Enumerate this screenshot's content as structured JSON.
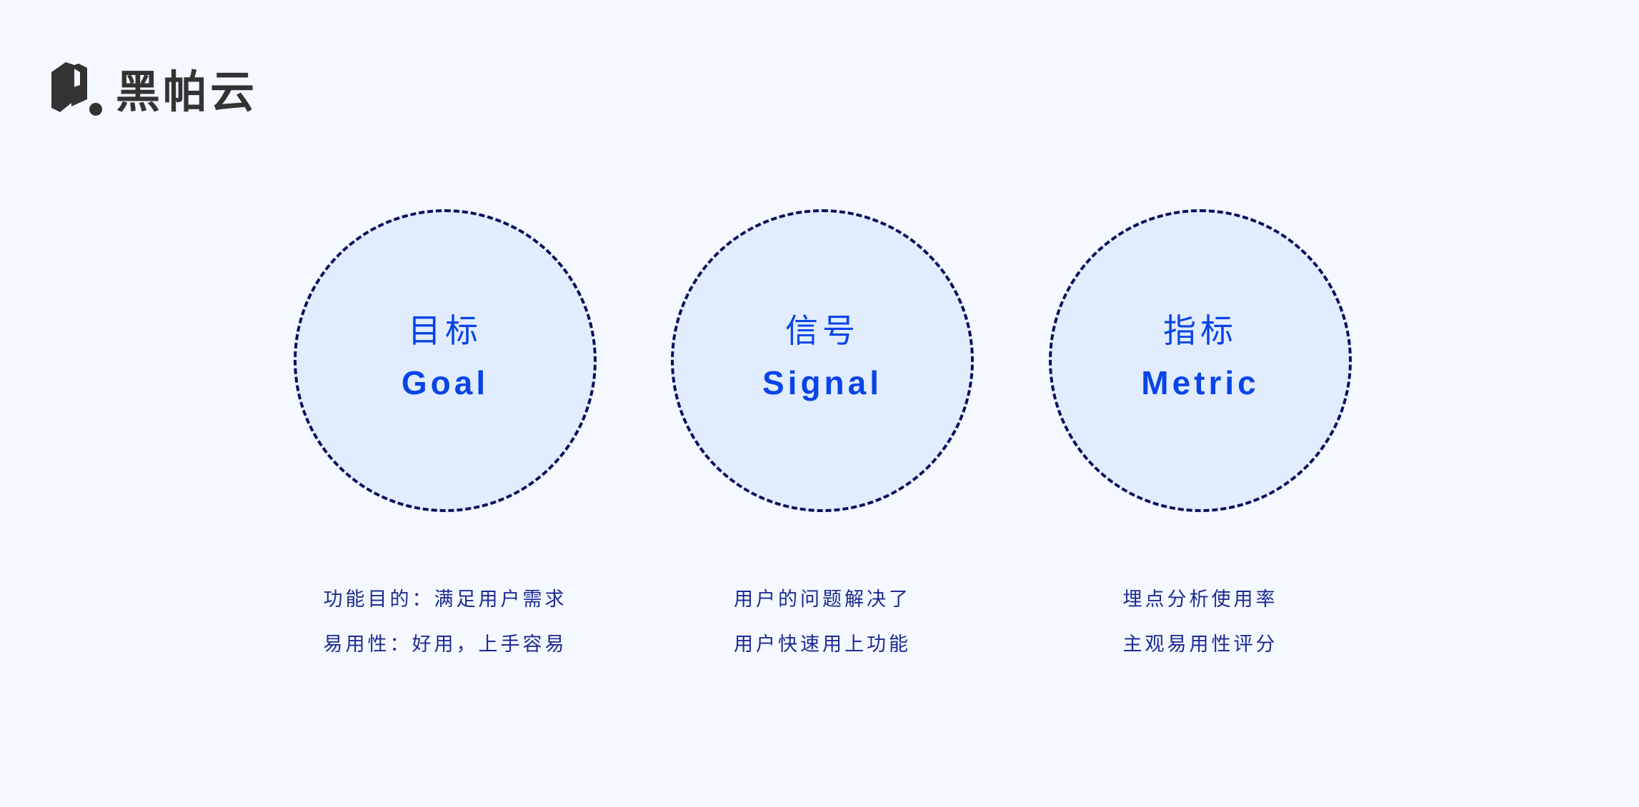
{
  "brand": {
    "name": "黑帕云"
  },
  "items": [
    {
      "zh": "目标",
      "en": "Goal",
      "lines": [
        "功能目的：满足用户需求",
        "易用性：好用，上手容易"
      ]
    },
    {
      "zh": "信号",
      "en": "Signal",
      "lines": [
        "用户的问题解决了",
        "用户快速用上功能"
      ]
    },
    {
      "zh": "指标",
      "en": "Metric",
      "lines": [
        "埋点分析使用率",
        "主观易用性评分"
      ]
    }
  ],
  "colors": {
    "background": "#f4f8ff",
    "circle_fill": "#e1edff",
    "circle_border": "#0b0e5c",
    "title": "#0a44e8",
    "caption": "#1b2a92"
  }
}
